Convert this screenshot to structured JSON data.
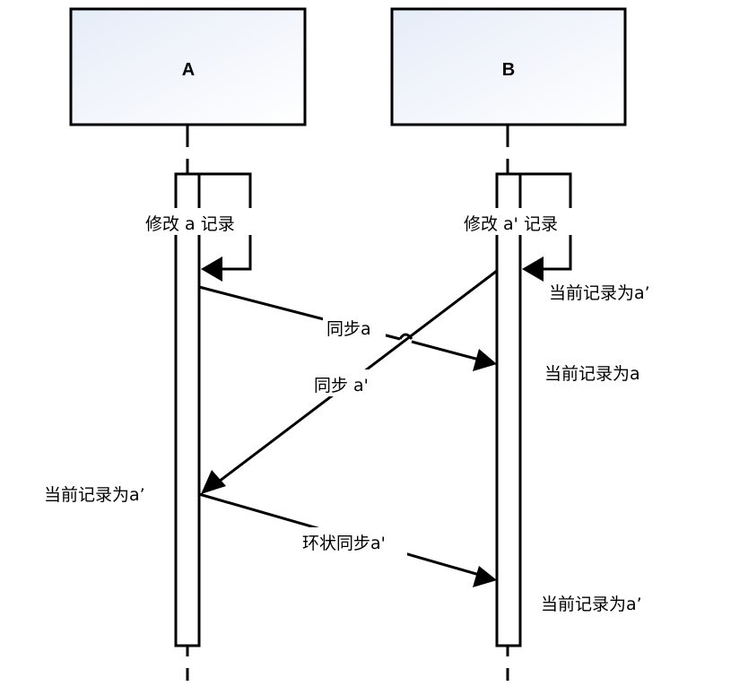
{
  "diagram": {
    "type": "sequence-diagram",
    "lifelines": [
      {
        "id": "A",
        "label": "A"
      },
      {
        "id": "B",
        "label": "B"
      }
    ],
    "messages": [
      {
        "id": "self_a",
        "from": "A",
        "to": "A",
        "kind": "self",
        "label": "修改 a 记录"
      },
      {
        "id": "self_b",
        "from": "B",
        "to": "B",
        "kind": "self",
        "label": "修改 a' 记录"
      },
      {
        "id": "sync_a",
        "from": "A",
        "to": "B",
        "kind": "sync",
        "label": "同步a"
      },
      {
        "id": "sync_a_prime",
        "from": "B",
        "to": "A",
        "kind": "sync",
        "label": "同步 a'"
      },
      {
        "id": "ring_sync",
        "from": "A",
        "to": "B",
        "kind": "sync",
        "label": "环状同步a'"
      }
    ],
    "notes": [
      {
        "id": "note_b1",
        "lifeline": "B",
        "text": "当前记录为a’"
      },
      {
        "id": "note_b2",
        "lifeline": "B",
        "text": "当前记录为a"
      },
      {
        "id": "note_a1",
        "lifeline": "A",
        "text": "当前记录为a’"
      },
      {
        "id": "note_b3",
        "lifeline": "B",
        "text": "当前记录为a’"
      }
    ],
    "colors": {
      "box_gradient_start": "#e6ecf8",
      "box_gradient_end": "#ffffff",
      "stroke": "#000000"
    }
  }
}
